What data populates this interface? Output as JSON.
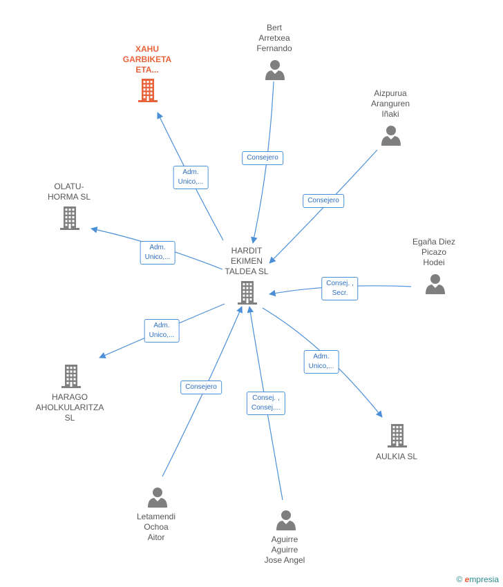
{
  "nodes": [
    {
      "id": "hardit",
      "label": "HARDIT\nEKIMEN\nTALDEA SL",
      "type": "company",
      "color": "#7f7f7f"
    },
    {
      "id": "xahu",
      "label": "XAHU\nGARBIKETA\nETA...",
      "type": "company",
      "color": "#e8623a",
      "focus": true
    },
    {
      "id": "olatu",
      "label": "OLATU-\nHORMA SL",
      "type": "company",
      "color": "#7f7f7f"
    },
    {
      "id": "harago",
      "label": "HARAGO\nAHOLKULARITZA\nSL",
      "type": "company",
      "color": "#7f7f7f"
    },
    {
      "id": "aulkia",
      "label": "AULKIA SL",
      "type": "company",
      "color": "#7f7f7f"
    },
    {
      "id": "bert",
      "label": "Bert\nArretxea\nFernando",
      "type": "person",
      "color": "#7f7f7f"
    },
    {
      "id": "aizpurua",
      "label": "Aizpurua\nAranguren\nIñaki",
      "type": "person",
      "color": "#7f7f7f"
    },
    {
      "id": "egana",
      "label": "Egaña Diez\nPicazo\nHodei",
      "type": "person",
      "color": "#7f7f7f"
    },
    {
      "id": "letamendi",
      "label": "Letamendi\nOchoa\nAitor",
      "type": "person",
      "color": "#7f7f7f"
    },
    {
      "id": "aguirre",
      "label": "Aguirre\nAguirre\nJose Angel",
      "type": "person",
      "color": "#7f7f7f"
    }
  ],
  "edges": [
    {
      "from": "hardit",
      "to": "xahu",
      "label": "Adm.\nUnico,..."
    },
    {
      "from": "hardit",
      "to": "olatu",
      "label": "Adm.\nUnico,..."
    },
    {
      "from": "hardit",
      "to": "harago",
      "label": "Adm.\nUnico,..."
    },
    {
      "from": "hardit",
      "to": "aulkia",
      "label": "Adm.\nUnico,..."
    },
    {
      "from": "bert",
      "to": "hardit",
      "label": "Consejero"
    },
    {
      "from": "aizpurua",
      "to": "hardit",
      "label": "Consejero"
    },
    {
      "from": "egana",
      "to": "hardit",
      "label": "Consej. ,\nSecr."
    },
    {
      "from": "letamendi",
      "to": "hardit",
      "label": "Consejero"
    },
    {
      "from": "aguirre",
      "to": "hardit",
      "label": "Consej. ,\nConsej...."
    }
  ],
  "colors": {
    "edge": "#4a8fd8",
    "node": "#7f7f7f",
    "focus": "#e8623a"
  },
  "footer": {
    "copyright": "©",
    "brand_e": "e",
    "brand_rest": "mpresia"
  }
}
